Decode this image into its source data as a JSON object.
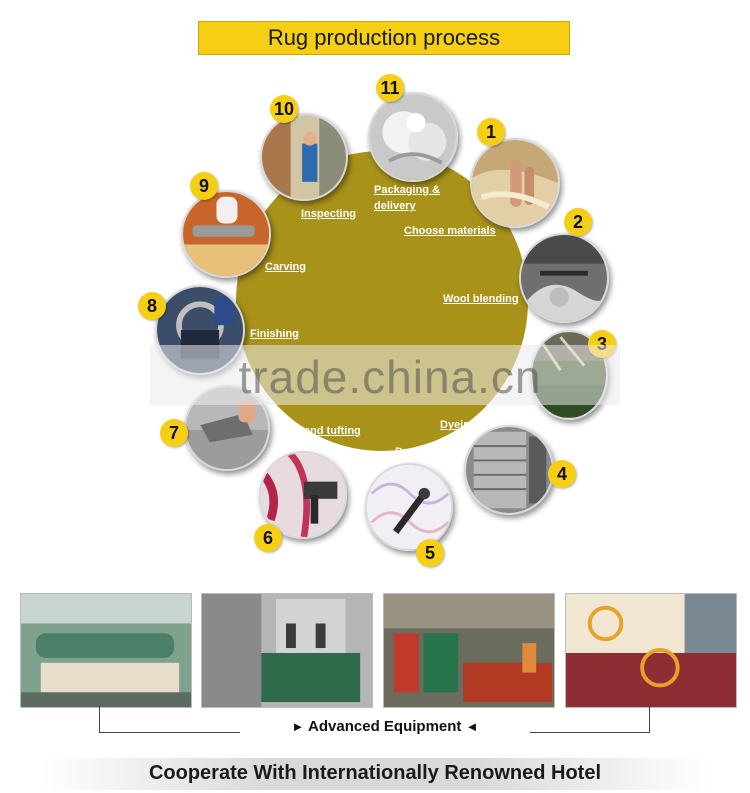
{
  "title": "Rug production process",
  "stages": [
    {
      "number": "1",
      "label": "Choose materials"
    },
    {
      "number": "2",
      "label": "Wool blending"
    },
    {
      "number": "3",
      "label": ""
    },
    {
      "number": "4",
      "label": "Dyeing"
    },
    {
      "number": "5",
      "label": "Drawing"
    },
    {
      "number": "6",
      "label": "Hand tufting"
    },
    {
      "number": "7",
      "label": ""
    },
    {
      "number": "8",
      "label": "Finishing"
    },
    {
      "number": "9",
      "label": "Carving"
    },
    {
      "number": "10",
      "label": "Inspecting"
    },
    {
      "number": "11",
      "label": "Packaging &",
      "label2": "delivery"
    }
  ],
  "watermark": "trade.china.cn",
  "equipment_label": "Advanced Equipment",
  "footer": "Cooperate With Internationally Renowned Hotel",
  "colors": {
    "accent_yellow": "#f6cf15",
    "center_olive": "#a8921a"
  }
}
